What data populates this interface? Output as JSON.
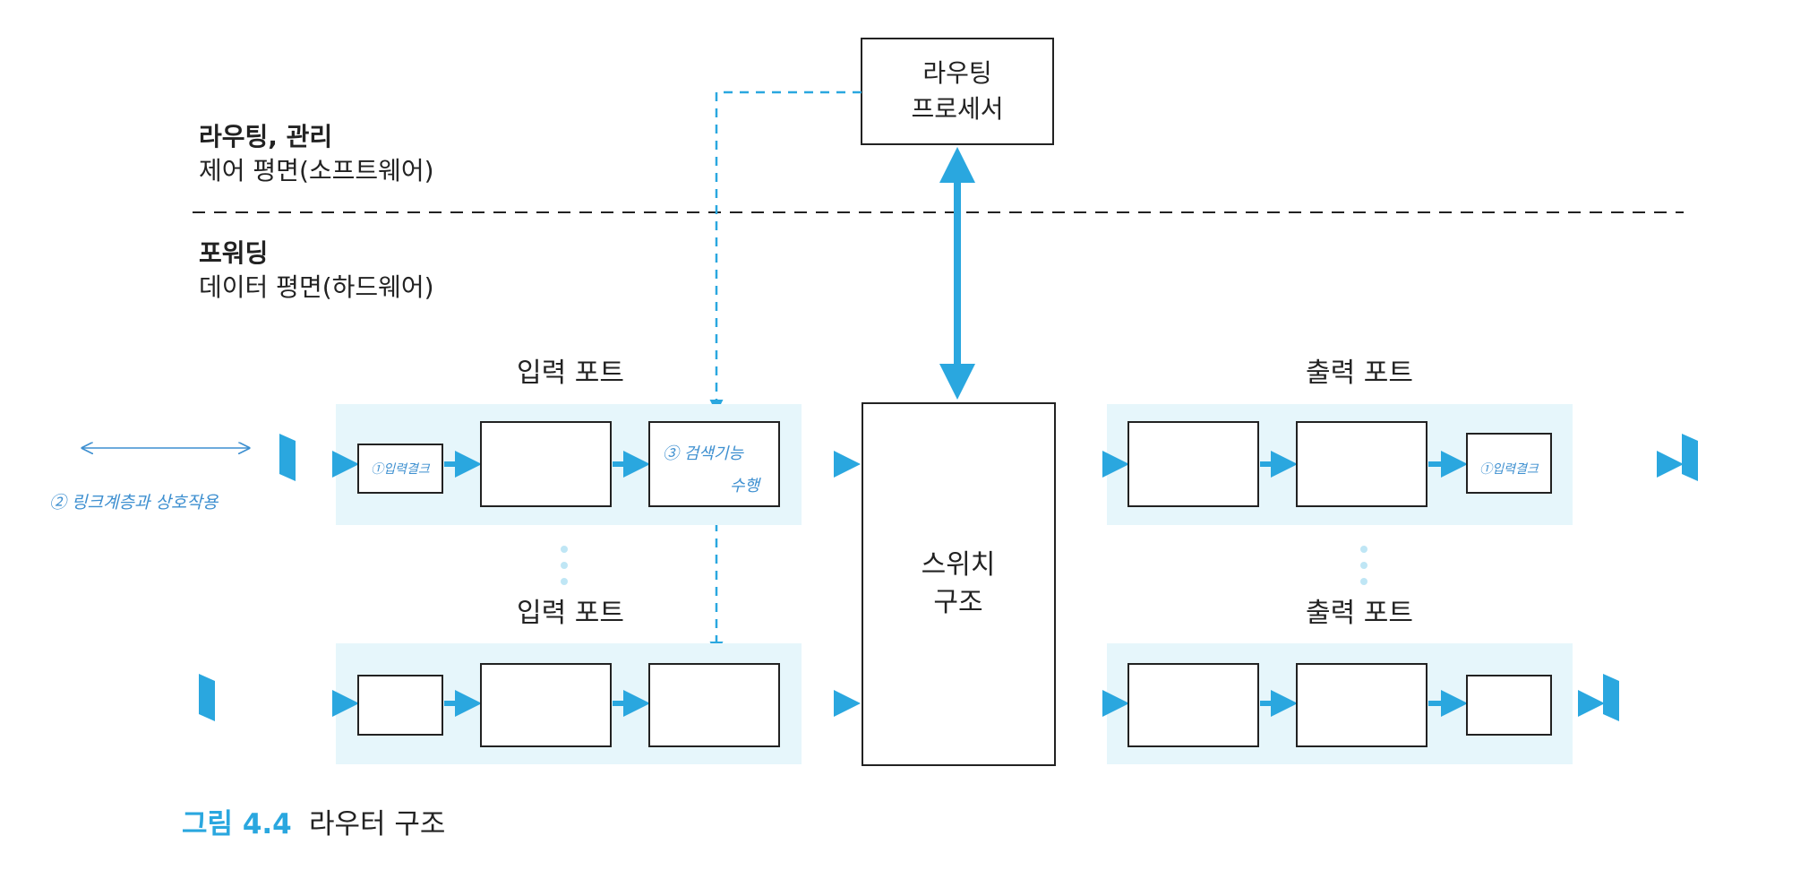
{
  "control_plane": {
    "title": "라우팅, 관리",
    "subtitle": "제어 평면(소프트웨어)"
  },
  "data_plane": {
    "title": "포워딩",
    "subtitle": "데이터 평면(하드웨어)"
  },
  "routing_processor": {
    "line1": "라우팅",
    "line2": "프로세서"
  },
  "switch_fabric": {
    "line1": "스위치",
    "line2": "구조"
  },
  "input_port_label_top": "입력 포트",
  "input_port_label_bottom": "입력 포트",
  "output_port_label_top": "출력 포트",
  "output_port_label_bottom": "출력 포트",
  "handwritten": {
    "input_physical": "①입력결크",
    "lookup_line1": "③ 검색기능",
    "lookup_line2": "수행",
    "output_physical": "①입력결크",
    "link_layer_note": "② 링크계층과 상호작용"
  },
  "caption": {
    "number": "그림 4.4",
    "text": "라우터 구조"
  },
  "colors": {
    "accent": "#2aa7df",
    "port_bg": "#e6f6fb",
    "handwriting": "#3d8fd0",
    "line": "#222222"
  }
}
